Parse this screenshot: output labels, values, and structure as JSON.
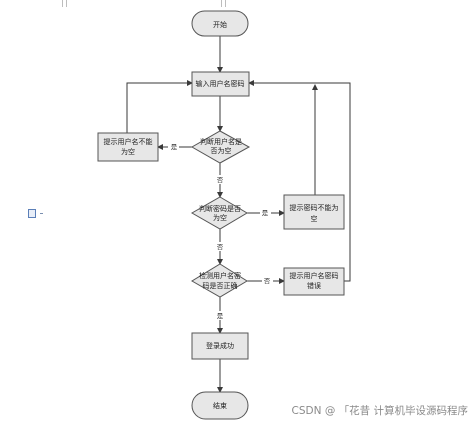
{
  "diagram": {
    "nodes": {
      "start": "开始",
      "input": "输入用户名密码",
      "check_username": [
        "判断用户名是",
        "否为空"
      ],
      "prompt_username_empty": [
        "提示用户名不能",
        "为空"
      ],
      "check_password": [
        "判断密码是否",
        "为空"
      ],
      "prompt_password_empty": [
        "提示密码不能为",
        "空"
      ],
      "check_correct": [
        "检测用户名密",
        "码是否正确"
      ],
      "prompt_error": [
        "提示用户名密码",
        "错误"
      ],
      "login_success": "登录成功",
      "end": "结束"
    },
    "edges": {
      "username_yes": "是",
      "username_no": "否",
      "password_yes": "是",
      "password_no": "否",
      "correct_no": "否",
      "correct_yes": "是"
    }
  },
  "colors": {
    "node_fill": "#e7e7e7",
    "node_border": "#555555",
    "line": "#3a3a3a",
    "watermark": "#8a8a8a"
  },
  "watermark": "CSDN @ 「花昔 计算机毕设源码程序"
}
